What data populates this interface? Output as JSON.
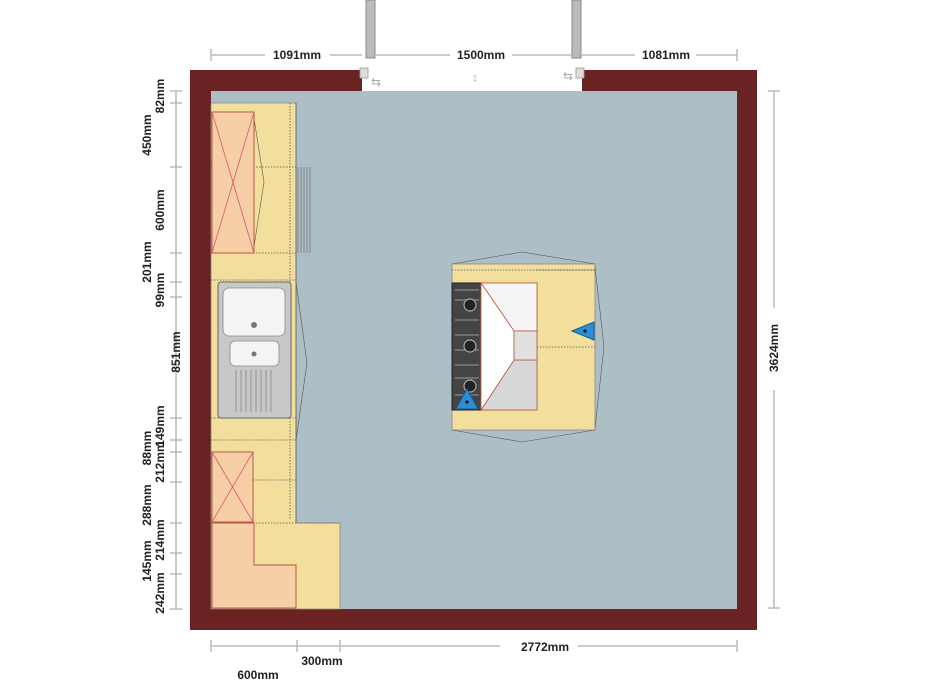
{
  "dimensions": {
    "top": [
      "1091mm",
      "1500mm",
      "1081mm"
    ],
    "bottom": [
      "600mm",
      "300mm",
      "2772mm"
    ],
    "left": [
      "82mm",
      "450mm",
      "600mm",
      "201mm",
      "99mm",
      "851mm",
      "149mm",
      "88mm",
      "212mm",
      "288mm",
      "214mm",
      "145mm",
      "242mm"
    ],
    "right": "3624mm"
  },
  "colors": {
    "wall": "#6b2222",
    "floor": "#adbfc6",
    "worktop": "#f3df9d",
    "appliance": "#f7cfa6",
    "appliance_cross": "#e2536d",
    "sink": "#c8c8c8",
    "hob": "#444444",
    "marker": "#2b8fd8"
  }
}
